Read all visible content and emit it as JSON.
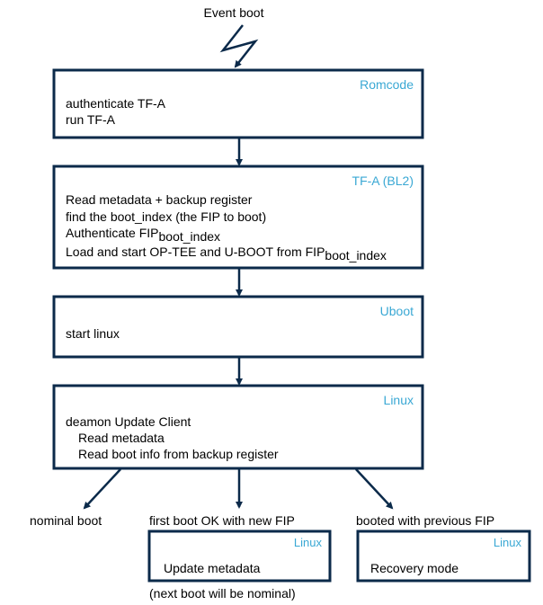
{
  "event": "Event boot",
  "romcode": {
    "stage": "Romcode",
    "lines": [
      "authenticate TF-A",
      "run TF-A"
    ]
  },
  "tfa": {
    "stage": "TF-A (BL2)",
    "line1": "Read metadata + backup register",
    "line2": "find the boot_index (the FIP to boot)",
    "line3_main": "Authenticate FIP",
    "line3_sub": "boot_index",
    "line4_main": "Load and start OP-TEE and U-BOOT from FIP",
    "line4_sub": "boot_index"
  },
  "uboot": {
    "stage": "Uboot",
    "lines": [
      "start linux"
    ]
  },
  "linux": {
    "stage": "Linux",
    "lines": [
      "deamon Update Client",
      "Read metadata",
      "Read boot info from backup register"
    ]
  },
  "branches": {
    "nominal": "nominal boot",
    "first": "first boot OK with new FIP",
    "previous": "booted with previous FIP"
  },
  "update_box": {
    "stage": "Linux",
    "text": "Update metadata",
    "note": "(next boot will be nominal)"
  },
  "recovery_box": {
    "stage": "Linux",
    "text": "Recovery mode"
  },
  "colors": {
    "line": "#0b2a4a",
    "stage": "#3aa8d4"
  }
}
